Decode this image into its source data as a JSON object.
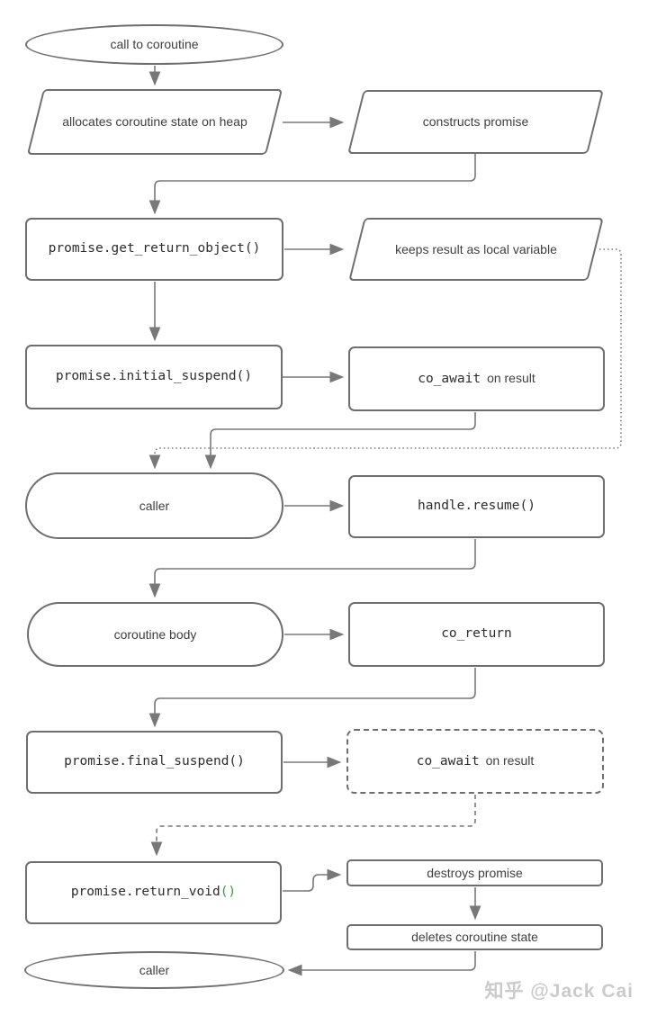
{
  "nodes": {
    "call_to_coroutine": {
      "label": "call to coroutine",
      "shape": "ellipse"
    },
    "allocates_state": {
      "label": "allocates coroutine state on heap",
      "shape": "parallelogram"
    },
    "constructs_promise": {
      "label": "constructs promise",
      "shape": "parallelogram"
    },
    "get_return_object": {
      "label": "promise.get_return_object()",
      "shape": "rect"
    },
    "keeps_result": {
      "label": "keeps result as local variable",
      "shape": "parallelogram"
    },
    "initial_suspend": {
      "label": "promise.initial_suspend()",
      "shape": "rect"
    },
    "co_await_initial": {
      "label_code": "co_await",
      "label_text": "on result",
      "shape": "rect"
    },
    "caller_mid": {
      "label": "caller",
      "shape": "stadium"
    },
    "handle_resume": {
      "label": "handle.resume()",
      "shape": "rect"
    },
    "coroutine_body": {
      "label": "coroutine body",
      "shape": "stadium"
    },
    "co_return": {
      "label": "co_return",
      "shape": "rect"
    },
    "final_suspend": {
      "label": "promise.final_suspend()",
      "shape": "rect"
    },
    "co_await_final": {
      "label_code": "co_await",
      "label_text": "on result",
      "shape": "rect-dashed"
    },
    "return_void": {
      "label_main": "promise.return_void",
      "label_parens": "()",
      "shape": "rect"
    },
    "destroys_promise": {
      "label": "destroys promise",
      "shape": "rect"
    },
    "deletes_state": {
      "label": "deletes coroutine state",
      "shape": "rect"
    },
    "caller_end": {
      "label": "caller",
      "shape": "ellipse"
    }
  },
  "edges": [
    {
      "from": "call_to_coroutine",
      "to": "allocates_state",
      "style": "solid"
    },
    {
      "from": "allocates_state",
      "to": "constructs_promise",
      "style": "solid"
    },
    {
      "from": "constructs_promise",
      "to": "get_return_object",
      "style": "solid"
    },
    {
      "from": "get_return_object",
      "to": "keeps_result",
      "style": "solid"
    },
    {
      "from": "keeps_result",
      "to": "caller_mid",
      "style": "dotted"
    },
    {
      "from": "get_return_object",
      "to": "initial_suspend",
      "style": "solid"
    },
    {
      "from": "initial_suspend",
      "to": "co_await_initial",
      "style": "solid"
    },
    {
      "from": "co_await_initial",
      "to": "caller_mid",
      "style": "solid"
    },
    {
      "from": "caller_mid",
      "to": "handle_resume",
      "style": "solid"
    },
    {
      "from": "handle_resume",
      "to": "coroutine_body",
      "style": "solid"
    },
    {
      "from": "coroutine_body",
      "to": "co_return",
      "style": "solid"
    },
    {
      "from": "co_return",
      "to": "final_suspend",
      "style": "solid"
    },
    {
      "from": "final_suspend",
      "to": "co_await_final",
      "style": "solid"
    },
    {
      "from": "co_await_final",
      "to": "return_void",
      "style": "dashed"
    },
    {
      "from": "return_void",
      "to": "destroys_promise",
      "style": "solid"
    },
    {
      "from": "destroys_promise",
      "to": "deletes_state",
      "style": "solid"
    },
    {
      "from": "deletes_state",
      "to": "caller_end",
      "style": "solid"
    }
  ],
  "watermark": {
    "text": "知乎 @Jack Cai"
  },
  "colors": {
    "shape_border": "#6e6e6e",
    "wire": "#787878",
    "text": "#3e3e3e",
    "code_text": "#2d2d2d",
    "green_parens": "#2e9b44",
    "watermark": "#cbcbcb",
    "background": "#ffffff"
  }
}
